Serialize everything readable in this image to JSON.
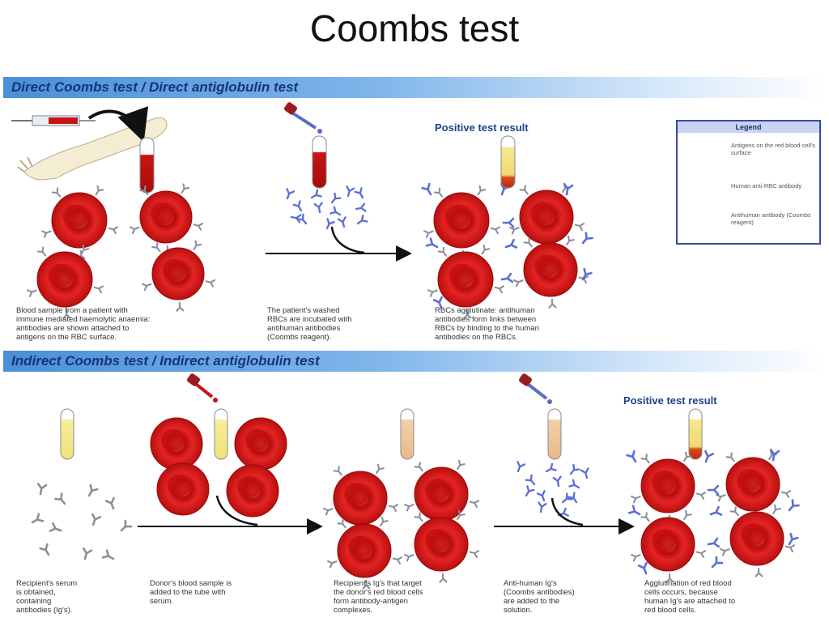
{
  "title": "Coombs test",
  "direct": {
    "banner": "Direct Coombs test / Direct antiglobulin test",
    "positive_label": "Positive test result",
    "captions": [
      "Blood sample from a patient with\nimmune mediated haemolytic anaemia:\nantibodies are shown attached to\nantigens on the RBC surface.",
      "The patient's washed\nRBCs are incubated with\nantihuman antibodies\n(Coombs reagent).",
      "RBCs agglutinate: antihuman\nantibodies form links between\nRBCs by binding to the human\nantibodies on the RBCs."
    ]
  },
  "indirect": {
    "banner": "Indirect Coombs test / Indirect antiglobulin test",
    "positive_label": "Positive test result",
    "captions": [
      "Recipient's serum\nis obtained,\ncontaining\nantibodies (Ig's).",
      "Donor's blood sample is\nadded to the tube with\nserum.",
      "Recipient's Ig's that target\nthe donor's red blood cells\nform antibody-antigen\ncomplexes.",
      "Anti-human Ig's\n(Coombs antibodies)\nare added to the\nsolution.",
      "Agglutination of red blood\ncells occurs, because\nhuman Ig's are attached to\nred blood cells."
    ]
  },
  "legend": {
    "title": "Legend",
    "items": [
      "Antigens on the red blood cell's surface",
      "Human anti-RBC antibody",
      "Antihuman antibody (Coombs reagent)"
    ]
  },
  "colors": {
    "rbc": "#d01818",
    "antibody_grey": "#8a8f9c",
    "coombs_blue": "#5b6fd6",
    "banner_text": "#16357a"
  }
}
